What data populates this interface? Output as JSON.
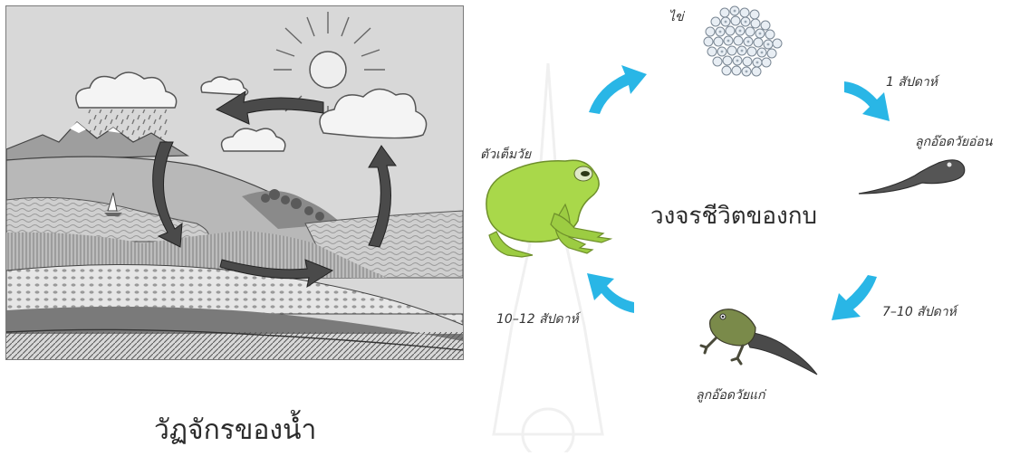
{
  "water_cycle": {
    "caption": "วัฏจักรของน้ำ"
  },
  "frog_cycle": {
    "title": "วงจรชีวิตของกบ",
    "stages": {
      "egg": "ไข่",
      "one_week": "1 สัปดาห์",
      "young_tadpole": "ลูกอ๊อดวัยอ่อน",
      "seven_ten_weeks": "7–10 สัปดาห์",
      "old_tadpole": "ลูกอ๊อดวัยแก่",
      "ten_twelve_weeks": "10–12 สัปดาห์",
      "adult": "ตัวเต็มวัย"
    }
  },
  "colors": {
    "arrow": "#29b6e6",
    "frog": "#a9d84a",
    "tadpole": "#555555"
  }
}
